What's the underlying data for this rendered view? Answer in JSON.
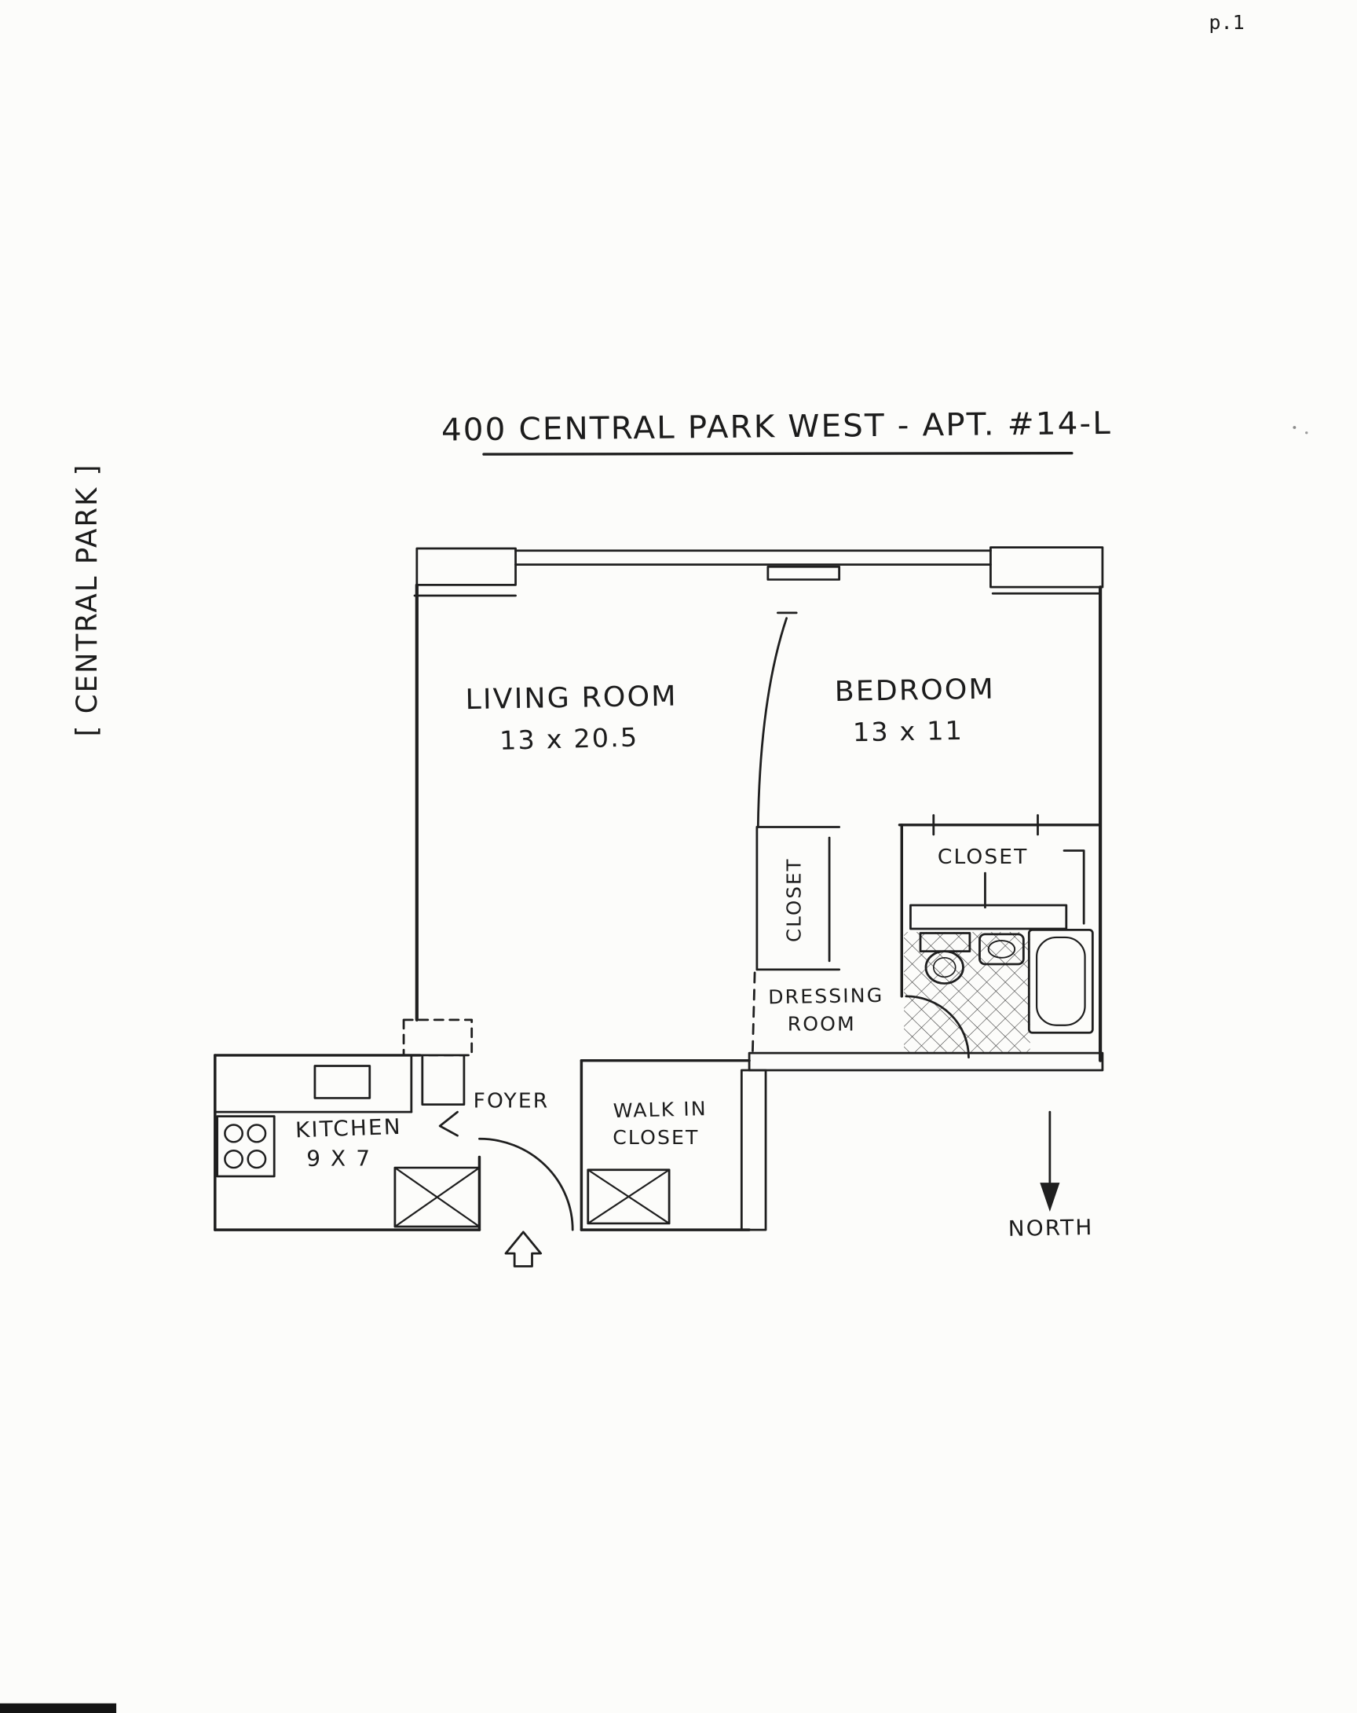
{
  "page": {
    "number": "p.1",
    "title": "400 CENTRAL PARK WEST - APT. #14-L",
    "side_label": "[ CENTRAL PARK ]"
  },
  "labels": {
    "living_room_name": "LIVING ROOM",
    "living_room_dims": "13 x 20.5",
    "bedroom_name": "BEDROOM",
    "bedroom_dims": "13 x 11",
    "hall_closet": "CLOSET",
    "bedroom_closet": "CLOSET",
    "dressing_room_line1": "DRESSING",
    "dressing_room_line2": "ROOM",
    "kitchen_name": "KITCHEN",
    "kitchen_dims": "9 X 7",
    "foyer": "FOYER",
    "walk_in_line1": "WALK IN",
    "walk_in_line2": "CLOSET",
    "north": "NORTH"
  },
  "colors": {
    "ink": "#1f1f1f",
    "paper": "#fcfcfa"
  }
}
